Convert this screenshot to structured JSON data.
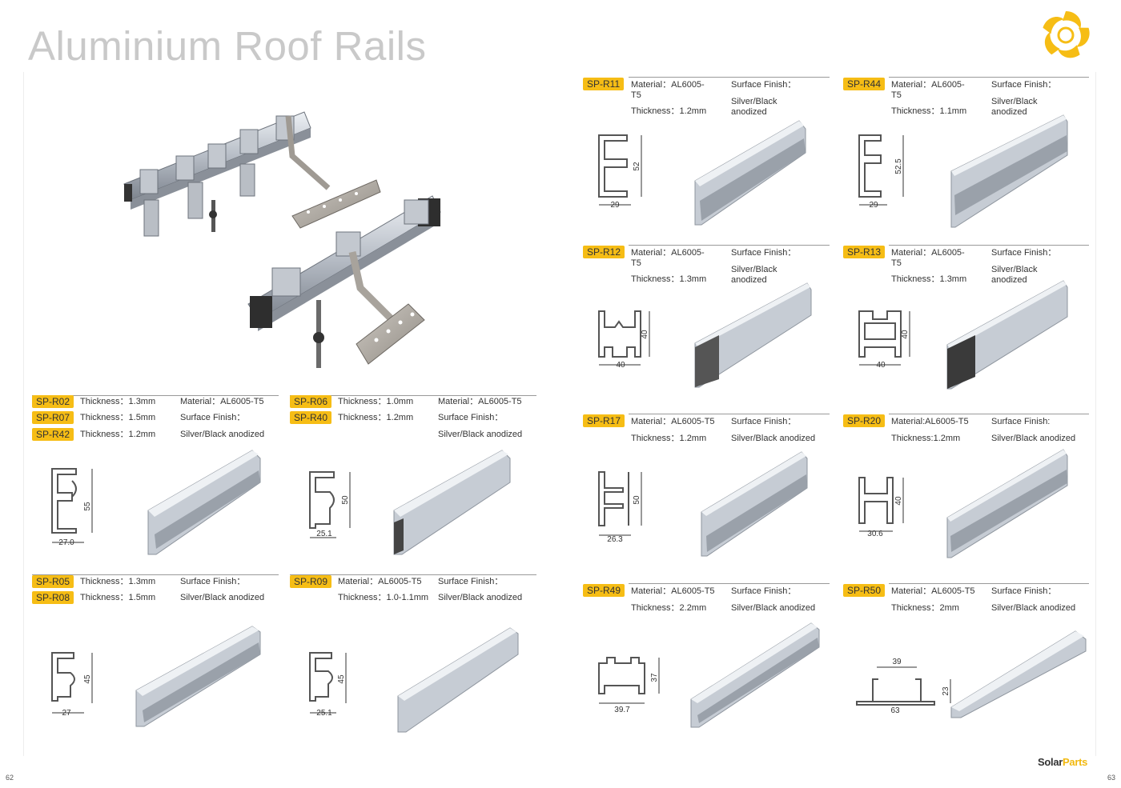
{
  "page": {
    "title": "Aluminium Roof Rails",
    "brand_main": "Solar",
    "brand_accent": "Parts",
    "page_left": "62",
    "page_right": "63",
    "accent_color": "#f6bd15"
  },
  "left_blocks": [
    {
      "codes": [
        "SP-R02",
        "SP-R07",
        "SP-R42"
      ],
      "thickness": [
        "Thickness：1.3mm",
        "Thickness：1.5mm",
        "Thickness：1.2mm"
      ],
      "col2": [
        "Material：AL6005-T5",
        "Surface Finish：",
        "Silver/Black anodized"
      ],
      "dims": [
        "55",
        "27.0"
      ]
    },
    {
      "codes": [
        "SP-R06",
        "SP-R40"
      ],
      "thickness": [
        "Thickness：1.0mm",
        "Thickness：1.2mm"
      ],
      "col2": [
        "Material：AL6005-T5",
        "Surface Finish：",
        "Silver/Black anodized"
      ],
      "dims": [
        "50",
        "25.1"
      ]
    },
    {
      "codes": [
        "SP-R05",
        "SP-R08"
      ],
      "thickness": [
        "Thickness：1.3mm",
        "Thickness：1.5mm"
      ],
      "col2": [
        "Surface Finish：",
        "Silver/Black anodized"
      ],
      "dims": [
        "45",
        "27"
      ]
    },
    {
      "codes": [
        "SP-R09"
      ],
      "thickness": [
        "Material：AL6005-T5",
        "Thickness：1.0-1.1mm"
      ],
      "col2": [
        "Surface Finish：",
        "Silver/Black anodized"
      ],
      "dims": [
        "45",
        "25.1"
      ]
    }
  ],
  "right_blocks": [
    {
      "code": "SP-R11",
      "material": "Material：AL6005-T5",
      "thickness": "Thickness：1.2mm",
      "finish_label": "Surface Finish：",
      "finish": "Silver/Black anodized",
      "dims": [
        "52",
        "29"
      ]
    },
    {
      "code": "SP-R44",
      "material": "Material：AL6005-T5",
      "thickness": "Thickness：1.1mm",
      "finish_label": "Surface Finish：",
      "finish": "Silver/Black anodized",
      "dims": [
        "52.5",
        "29"
      ]
    },
    {
      "code": "SP-R12",
      "material": "Material：AL6005-T5",
      "thickness": "Thickness：1.3mm",
      "finish_label": "Surface Finish：",
      "finish": "Silver/Black anodized",
      "dims": [
        "40",
        "40"
      ]
    },
    {
      "code": "SP-R13",
      "material": "Material：AL6005-T5",
      "thickness": "Thickness：1.3mm",
      "finish_label": "Surface Finish：",
      "finish": "Silver/Black anodized",
      "dims": [
        "40",
        "40"
      ]
    },
    {
      "code": "SP-R17",
      "material": "Material：AL6005-T5",
      "thickness": "Thickness：1.2mm",
      "finish_label": "Surface Finish：",
      "finish": "Silver/Black anodized",
      "dims": [
        "50",
        "26.3"
      ]
    },
    {
      "code": "SP-R20",
      "material": "Material:AL6005-T5",
      "thickness": "Thickness:1.2mm",
      "finish_label": "Surface Finish:",
      "finish": "Silver/Black anodized",
      "dims": [
        "40",
        "30.6"
      ]
    },
    {
      "code": "SP-R49",
      "material": "Material：AL6005-T5",
      "thickness": "Thickness：2.2mm",
      "finish_label": "Surface Finish：",
      "finish": "Silver/Black anodized",
      "dims": [
        "37",
        "39.7"
      ]
    },
    {
      "code": "SP-R50",
      "material": "Material：AL6005-T5",
      "thickness": "Thickness：2mm",
      "finish_label": "Surface Finish：",
      "finish": "Silver/Black anodized",
      "dims": [
        "23",
        "63",
        "39"
      ]
    }
  ]
}
